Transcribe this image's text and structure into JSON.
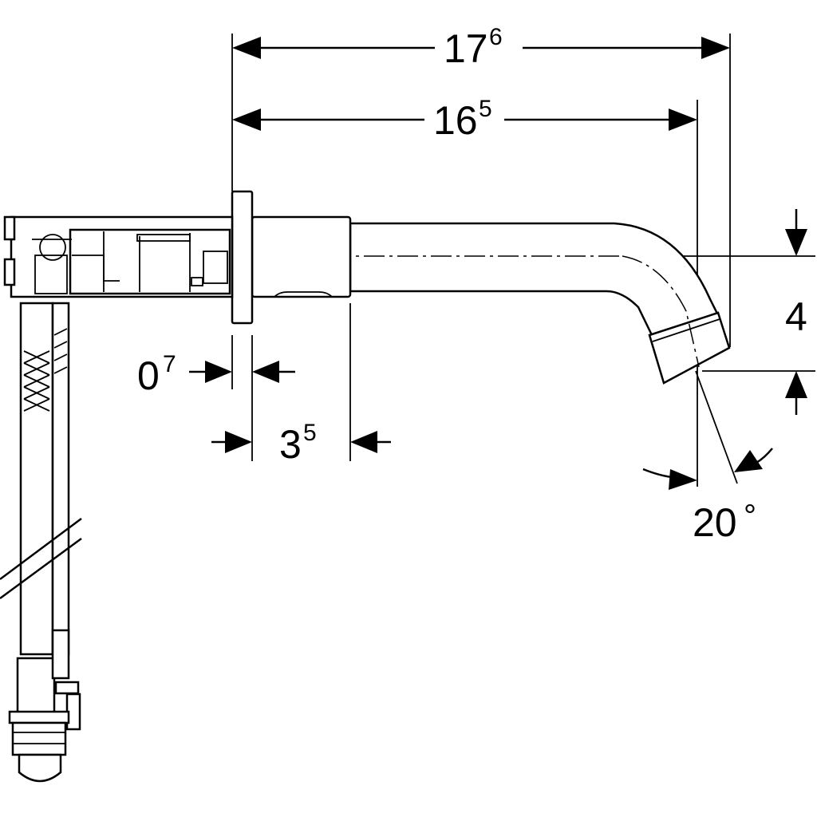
{
  "dimensions": {
    "overall_length": {
      "main": "17",
      "sup": "6"
    },
    "spout_length": {
      "main": "16",
      "sup": "5"
    },
    "rosette_thickness": {
      "main": "0",
      "sup": "7"
    },
    "sleeve_length": {
      "main": "3",
      "sup": "5"
    },
    "drop_height": {
      "main": "4"
    },
    "outlet_angle": {
      "main": "20",
      "unit": "°"
    }
  },
  "colors": {
    "line": "#000000",
    "background": "#ffffff"
  }
}
